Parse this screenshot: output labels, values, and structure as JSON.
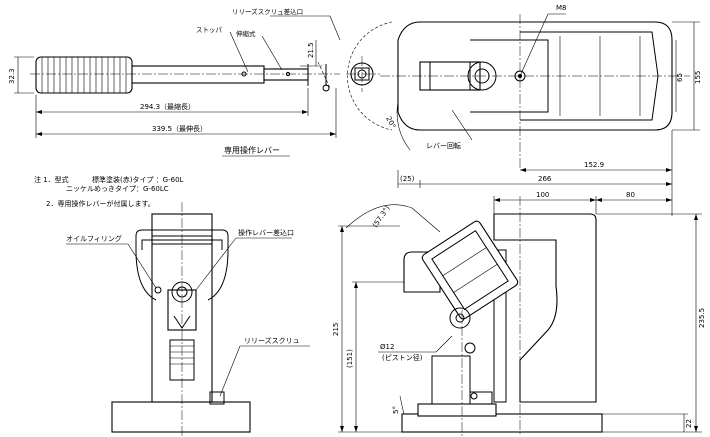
{
  "lever": {
    "dimensions": {
      "grip_dia": "32.3",
      "pipe_dia": "21.5",
      "length_short": "294.3（最縮長）",
      "length_long": "339.5（最伸長）"
    },
    "labels": {
      "release_screw_slot": "リリーズスクリュ差込口",
      "stopper": "ストッパ",
      "telescopic": "伸縮式"
    },
    "caption": "専用操作レバー"
  },
  "notes": {
    "line1_prefix": "注 1．型式",
    "line1": "標準塗装(赤)タイプ ：G-60L",
    "line1b": "ニッケルめっきタイプ：G-60LC",
    "line2": "2．専用操作レバーが付属します。"
  },
  "top_view": {
    "thread": "M8",
    "dim_155": "155",
    "dim_65": "65",
    "dim_152_9": "152.9",
    "dim_20deg": "20°",
    "lever_rotation": "レバー回転"
  },
  "front_view": {
    "oil_filling": "オイルフィリング",
    "lever_socket": "操作レバー差込口",
    "release_screw": "リリーズスクリュ"
  },
  "side_view": {
    "dim_25": "(25)",
    "dim_266": "266",
    "dim_100": "100",
    "dim_80": "80",
    "angle": "(57.3°)",
    "dim_215": "215",
    "dim_151": "(151)",
    "piston_dia": "Ø12",
    "piston_label": "(ピストン径)",
    "angle_5": "5°",
    "dim_235_5": "235.5",
    "dim_22": "22"
  }
}
